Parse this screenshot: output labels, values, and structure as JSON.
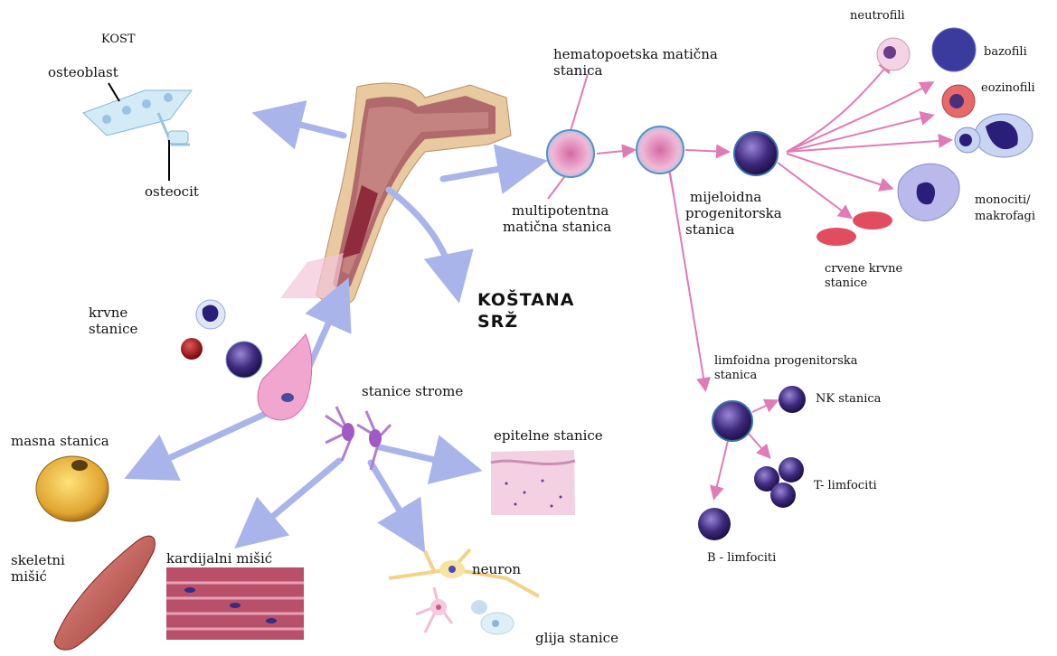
{
  "labels": {
    "kost": "KOST",
    "osteoblast": "osteoblast",
    "osteocit": "osteocit",
    "hsc_line1": "hematopoetska matična",
    "hsc_line2": "stanica",
    "multi_line1": "multipotentna",
    "multi_line2": "matična stanica",
    "myeloid_line1": "mijeloidna",
    "myeloid_line2": "progenitorska",
    "myeloid_line3": "stanica",
    "neutrofili": "neutrofili",
    "bazofili": "bazofili",
    "eozinofili": "eozinofili",
    "monociti_line1": "monociti/",
    "monociti_line2": "makrofagi",
    "eritro_line1": "crvene krvne",
    "eritro_line2": "stanice",
    "srz_line1": "KOŠTANA",
    "srz_line2": "SRŽ",
    "krvne_line1": "krvne",
    "krvne_line2": "stanice",
    "stroma": "stanice strome",
    "masna": "masna stanica",
    "epitelne": "epitelne stanice",
    "skeletni_line1": "skeletni",
    "skeletni_line2": "mišić",
    "kardijalni": "kardijalni mišić",
    "neuron": "neuron",
    "glija": "glija stanice",
    "limfoidna_line1": "limfoidna progenitorska",
    "limfoidna_line2": "stanica",
    "nk": "NK stanica",
    "t_limfociti": "T- limfociti",
    "b_limfociti": "B - limfociti"
  },
  "colors": {
    "arrow": "#a9b4ea",
    "pink_arrow": "#e07bb5",
    "bone": "#e8c9a0",
    "marrow": "#8e2b3c",
    "purple_cell": "#4b2f8a",
    "pink_cell": "#e8a6c8"
  }
}
